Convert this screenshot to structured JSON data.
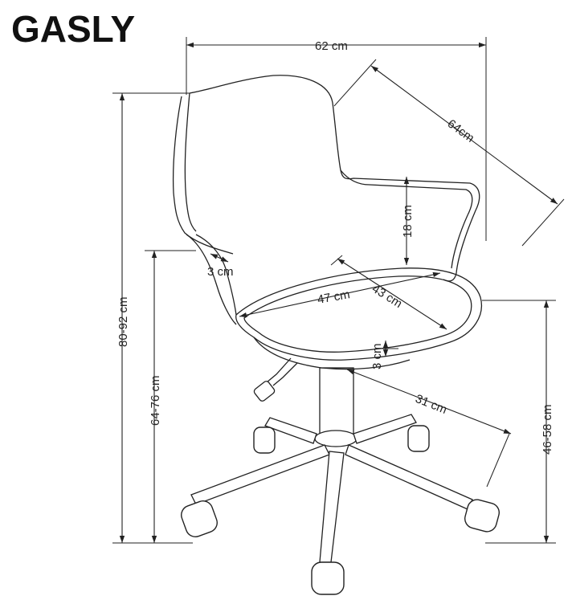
{
  "title": "GASLY",
  "dimensions": {
    "overall_width": "62 cm",
    "overall_depth": "64cm",
    "total_height": "80-92 cm",
    "armrest_height": "64-76 cm",
    "seat_height": "46-58 cm",
    "armrest_to_seat": "18 cm",
    "seat_width": "47 cm",
    "seat_depth": "43 cm",
    "backrest_thickness": "3 cm",
    "seat_thickness": "3 cm",
    "base_radius": "31 cm"
  },
  "colors": {
    "line": "#222222",
    "background": "#ffffff"
  }
}
